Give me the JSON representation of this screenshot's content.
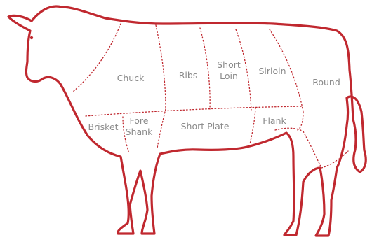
{
  "colors": {
    "outline": "#c0282f",
    "cut_line": "#c0282f",
    "label_text": "#8a8a8a"
  },
  "cuts": [
    {
      "id": "chuck",
      "lines": [
        "Chuck"
      ]
    },
    {
      "id": "ribs",
      "lines": [
        "Ribs"
      ]
    },
    {
      "id": "short-loin",
      "lines": [
        "Short",
        "Loin"
      ]
    },
    {
      "id": "sirloin",
      "lines": [
        "Sirloin"
      ]
    },
    {
      "id": "round",
      "lines": [
        "Round"
      ]
    },
    {
      "id": "brisket",
      "lines": [
        "Brisket"
      ]
    },
    {
      "id": "fore-shank",
      "lines": [
        "Fore",
        "Shank"
      ]
    },
    {
      "id": "short-plate",
      "lines": [
        "Short Plate"
      ]
    },
    {
      "id": "flank",
      "lines": [
        "Flank"
      ]
    }
  ]
}
